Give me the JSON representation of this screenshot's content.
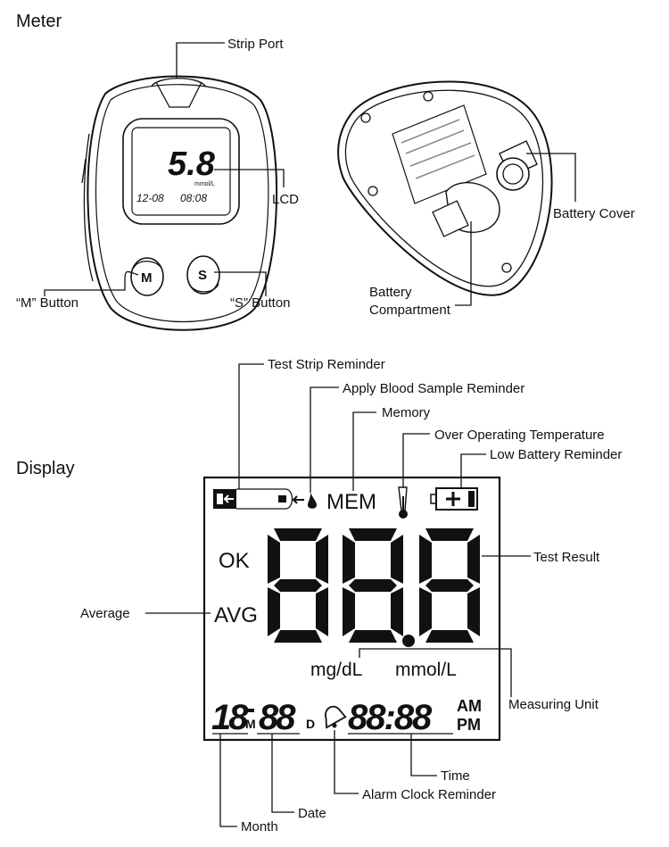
{
  "sections": {
    "meter": "Meter",
    "display": "Display"
  },
  "meter_labels": {
    "strip_port": "Strip Port",
    "lcd": "LCD",
    "m_button": "“M” Button",
    "s_button": "“S” Button",
    "battery_cover": "Battery Cover",
    "battery_compartment_line1": "Battery",
    "battery_compartment_line2": "Compartment"
  },
  "meter_screen": {
    "reading": "5.8",
    "unit": "mmol/L",
    "date": "12-08",
    "time": "08:08",
    "m_key": "M",
    "s_key": "S"
  },
  "display_labels": {
    "test_strip_reminder": "Test Strip Reminder",
    "apply_blood": "Apply Blood Sample Reminder",
    "memory": "Memory",
    "over_temp": "Over Operating Temperature",
    "low_battery": "Low Battery Reminder",
    "test_result": "Test Result",
    "average": "Average",
    "measuring_unit": "Measuring Unit",
    "time": "Time",
    "alarm": "Alarm Clock Reminder",
    "date": "Date",
    "month": "Month"
  },
  "lcd_display": {
    "mem": "MEM",
    "ok": "OK",
    "avg": "AVG",
    "unit_mgdl": "mg/dL",
    "unit_mmol": "mmol/L",
    "month_digits": "18",
    "month_flag": "M",
    "day_digits": "88",
    "day_flag": "D",
    "clock_digits": "88:88",
    "am": "AM",
    "pm": "PM"
  }
}
